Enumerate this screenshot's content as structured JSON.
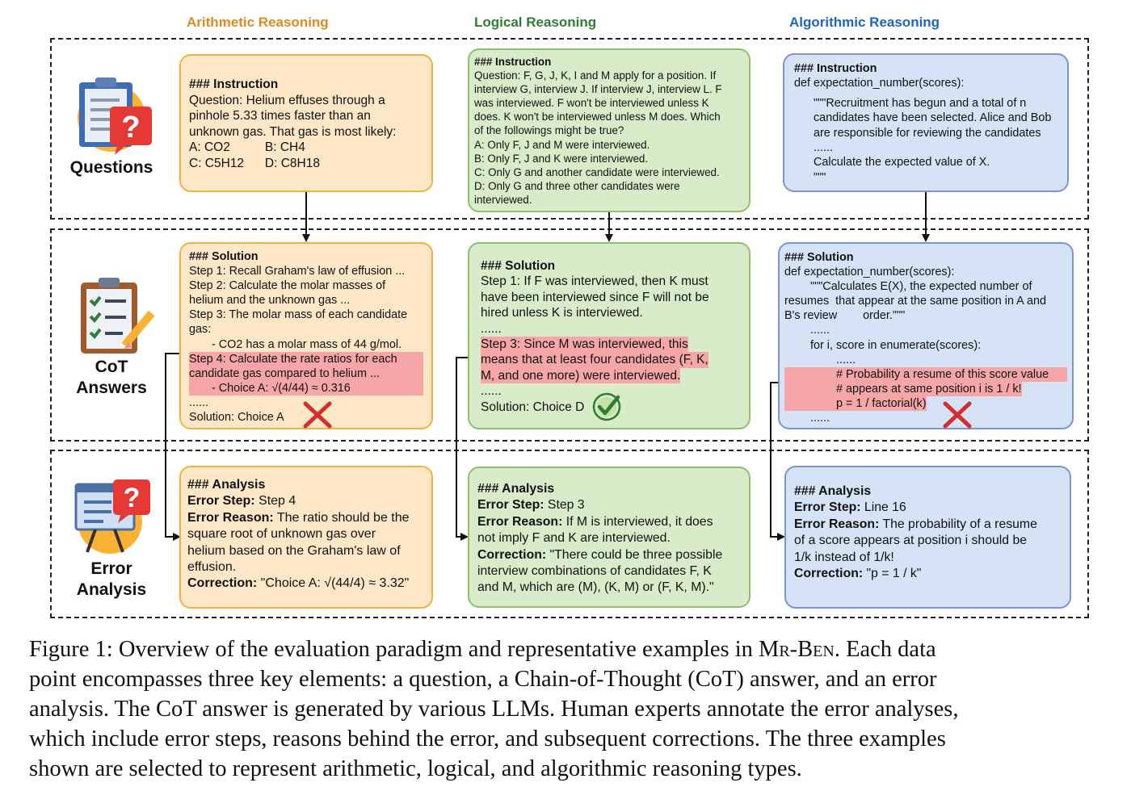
{
  "columns": {
    "arithmetic": {
      "title": "Arithmetic Reasoning",
      "color": "#e08a1e"
    },
    "logical": {
      "title": "Logical Reasoning",
      "color": "#2e7d32"
    },
    "algorithmic": {
      "title": "Algorithmic Reasoning",
      "color": "#1e63c6"
    }
  },
  "row_labels": {
    "questions": "Questions",
    "cot_1": "CoT",
    "cot_2": "Answers",
    "error_1": "Error",
    "error_2": "Analysis"
  },
  "arithmetic": {
    "question": [
      "### Instruction",
      "Question: Helium effuses through a",
      "pinhole 5.33 times faster than an",
      "unknown gas. That gas is most likely:",
      "A: CO2          B: CH4",
      "C: C5H12      D: C8H18"
    ],
    "solution": [
      "### Solution",
      "Step 1: Recall Graham's law of effusion ...",
      "Step 2: Calculate the molar masses of",
      "helium and the unknown gas ...",
      "Step 3: The molar mass of each candidate",
      "gas:",
      "       - CO2 has a molar mass of 44 g/mol.",
      "Step 4: Calculate the rate ratios for each",
      "candidate gas compared to helium ...",
      "       - Choice A: √(4/44) ≈ 0.316",
      "......",
      "Solution: Choice A"
    ],
    "analysis": {
      "heading": "### Analysis",
      "error_step_label": "Error Step:",
      "error_step": " Step 4",
      "error_reason_label": "Error Reason:",
      "error_reason_1": " The ratio should be the",
      "lines": [
        "square root of unknown gas over",
        "helium based on the Graham's law of",
        "effusion."
      ],
      "correction_label": "Correction:",
      "correction": " \"Choice A: √(44/4) ≈ 3.32\""
    }
  },
  "logical": {
    "question": [
      "### Instruction",
      "Question: F, G, J, K, I and M apply for a position. If",
      "interview G, interview J. If interview J, interview L. F",
      "was interviewed. F won't be interviewed unless K",
      "does. K won't be interviewed unless M does. Which",
      "of the followings might be true?",
      "A: Only F, J and M were interviewed.",
      "B: Only F, J and K were interviewed.",
      "C: Only G and another candidate were interviewed.",
      "D: Only G and three other candidates were",
      "interviewed."
    ],
    "solution": [
      "### Solution",
      "Step 1: If F was interviewed, then K must",
      "have been interviewed since F will not be",
      "hired unless K is interviewed.",
      "......",
      "Step 3: Since M was interviewed, this",
      "means that at least four candidates (F, K,",
      "M, and one more) were interviewed.",
      "......",
      "Solution: Choice D"
    ],
    "analysis": {
      "heading": "### Analysis",
      "error_step_label": "Error Step:",
      "error_step": " Step 3",
      "error_reason_label": "Error Reason:",
      "error_reason_1": " If M is interviewed, it does",
      "line2": "not imply F and K are interviewed.",
      "correction_label": "Correction:",
      "correction_1": " \"There could be three possible",
      "lines": [
        "interview combinations of candidates F, K",
        "and M, which are (M), (K, M) or (F, K, M).\""
      ]
    }
  },
  "algorithmic": {
    "question": [
      "### Instruction",
      "def expectation_number(scores):",
      "      \"\"\"Recruitment has begun and a total of n",
      "      candidates have been selected. Alice and Bob",
      "      are responsible for reviewing the candidates",
      "      ......",
      "      Calculate the expected value of X.",
      "      \"\"\""
    ],
    "solution": [
      "### Solution",
      "def expectation_number(scores):",
      "        \"\"\"Calculates E(X), the expected number of",
      "resumes  that appear at the same position in A and",
      "B's review        order.\"\"\"",
      "        ......",
      "        for i, score in enumerate(scores):",
      "                ......",
      "                # Probability a resume of this score value",
      "                # appears at same position i is 1 / k!",
      "                p = 1 / factorial(k)",
      "        ......"
    ],
    "analysis": {
      "heading": "### Analysis",
      "error_step_label": "Error Step:",
      "error_step": " Line 16",
      "error_reason_label": "Error Reason:",
      "error_reason_1": " The probability of a resume",
      "lines": [
        "of a score appears at position i should be",
        "1/k instead of 1/k!"
      ],
      "correction_label": "Correction:",
      "correction": " \"p = 1 / k\""
    }
  },
  "caption": {
    "prefix": "Figure 1: Overview of the evaluation paradigm and representative examples in ",
    "name_1": "Mr",
    "name_sep": "-",
    "name_2": "Ben",
    "suffix_1": ". Each data",
    "lines": [
      "point encompasses three key elements: a question, a Chain-of-Thought (CoT) answer, and an error",
      "analysis. The CoT answer is generated by various LLMs. Human experts annotate the error analyses,",
      "which include error steps, reasons behind the error, and subsequent corrections. The three examples",
      "shown are selected to represent arithmetic, logical, and algorithmic reasoning types."
    ]
  },
  "colors": {
    "orange_fill": "#fde7c7",
    "orange_border": "#f2b23f",
    "green_fill": "#d9ecc9",
    "green_border": "#8cc06a",
    "blue_fill": "#d6e3f6",
    "blue_border": "#7896d4",
    "highlight": "#f6a6a6",
    "cross": "#d32f2f",
    "check": "#2e7d32"
  },
  "icons": [
    "questions-clipboard-icon",
    "cot-checklist-icon",
    "error-analysis-board-icon",
    "wrong-cross-icon",
    "correct-check-icon"
  ]
}
